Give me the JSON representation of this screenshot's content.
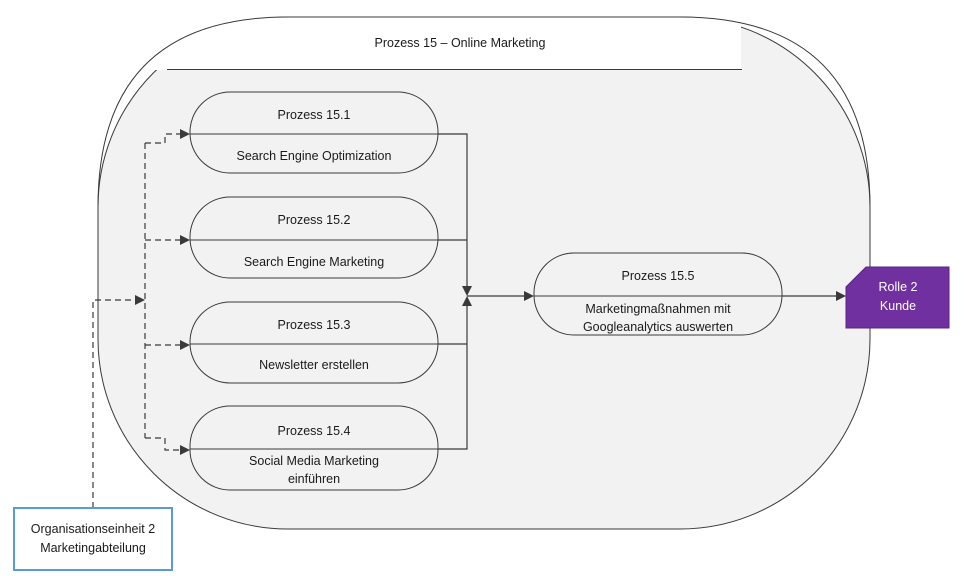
{
  "outer_process": {
    "title": "Prozess 15 – Online Marketing"
  },
  "processes": [
    {
      "id": "Prozess 15.1",
      "lines": [
        "Search Engine Optimization"
      ]
    },
    {
      "id": "Prozess 15.2",
      "lines": [
        "Search Engine Marketing"
      ]
    },
    {
      "id": "Prozess 15.3",
      "lines": [
        "Newsletter erstellen"
      ]
    },
    {
      "id": "Prozess 15.4",
      "lines": [
        "Social Media Marketing",
        "einführen"
      ]
    },
    {
      "id": "Prozess 15.5",
      "lines": [
        "Marketingmaßnahmen mit",
        "Googleanalytics auswerten"
      ]
    }
  ],
  "role": {
    "lines": [
      "Rolle 2",
      "Kunde"
    ],
    "color": "#7030a0"
  },
  "org_unit": {
    "lines": [
      "Organisationseinheit 2",
      "Marketingabteilung"
    ],
    "border_color": "#5b9bd5"
  }
}
